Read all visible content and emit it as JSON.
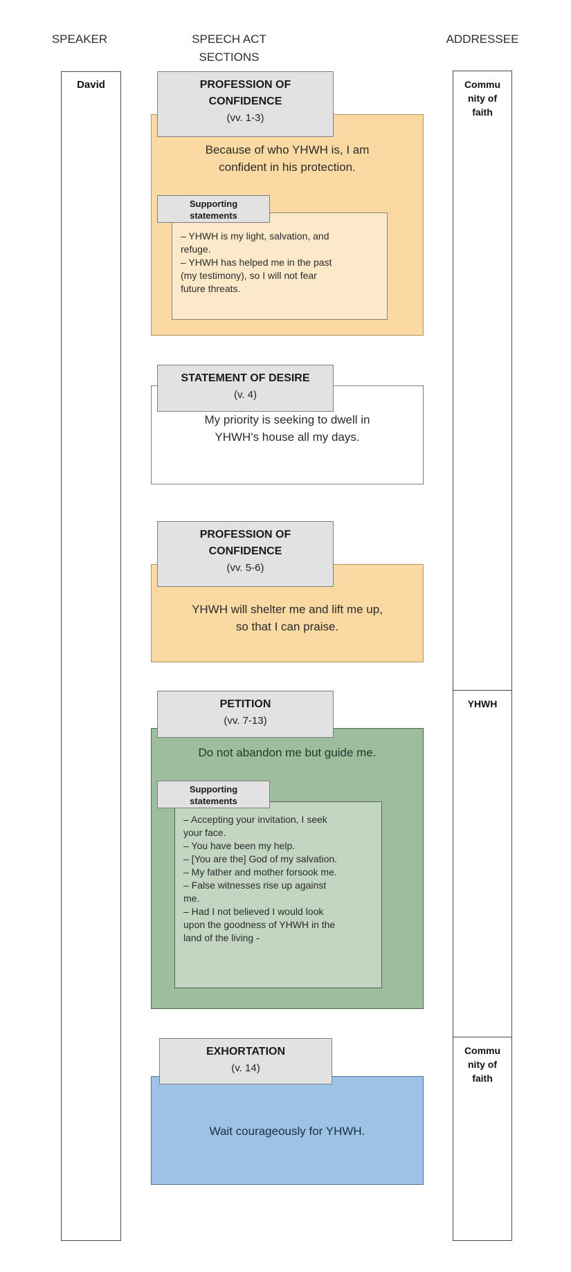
{
  "header": {
    "speaker": "SPEAKER",
    "sections": "SPEECH ACT SECTIONS",
    "addressee": "ADDRESSEE"
  },
  "speaker_column": {
    "label": "David"
  },
  "addressee_column": {
    "segments": [
      {
        "label": "Commu\nnity of\nfaith"
      },
      {
        "label": "YHWH"
      },
      {
        "label": "Commu\nnity of\nfaith"
      }
    ]
  },
  "sections": [
    {
      "title": "PROFESSION OF\nCONFIDENCE",
      "verse": "(vv. 1-3)",
      "statement": "Because of who YHWH is, I am confident in his protection.",
      "supporting_label": "Supporting\nstatements",
      "supporting_items": [
        "– YHWH is my light, salvation, and refuge.",
        "– YHWH has helped me in the past (my testimony), so I will not fear future threats."
      ]
    },
    {
      "title": "STATEMENT OF DESIRE",
      "verse": "(v. 4)",
      "statement": "My priority is seeking to dwell in YHWH's house all my days."
    },
    {
      "title": "PROFESSION OF\nCONFIDENCE",
      "verse": "(vv. 5-6)",
      "statement": "YHWH will shelter me and lift me up, so that I can praise."
    },
    {
      "title": "PETITION",
      "verse": "(vv. 7-13)",
      "statement": "Do not abandon me but guide me.",
      "supporting_label": "Supporting\nstatements",
      "supporting_items": [
        "– Accepting your invitation, I seek your face.",
        "– You have been my help.",
        "– [You are the] God of my salvation.",
        "– My father and mother forsook me.",
        "– False witnesses rise up against me.",
        "– Had I not believed I would look upon the goodness of YHWH in the land of the living -"
      ]
    },
    {
      "title": "EXHORTATION",
      "verse": "(v. 14)",
      "statement": "Wait courageously for YHWH."
    }
  ],
  "colors": {
    "confidence_fill": "#FAD9A2",
    "confidence_inner_fill": "#FCE9C9",
    "petition_fill": "#9DBE9D",
    "petition_inner_fill": "#C3D6C1",
    "exhortation_fill": "#9CC2E5",
    "header_fill": "#E2E2E2"
  }
}
